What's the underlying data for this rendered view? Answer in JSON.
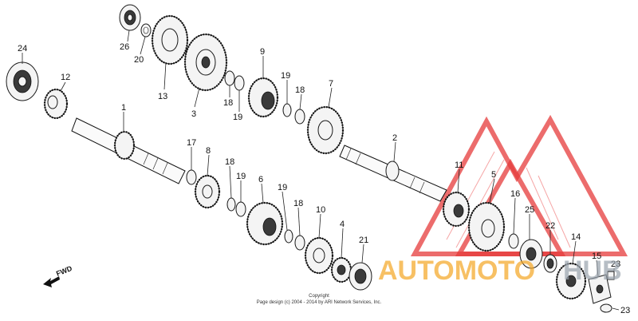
{
  "callouts": [
    "24",
    "12",
    "1",
    "26",
    "20",
    "13",
    "3",
    "9",
    "19",
    "18",
    "19",
    "7",
    "2",
    "17",
    "8",
    "18",
    "19",
    "6",
    "19",
    "18",
    "10",
    "4",
    "21",
    "11",
    "5",
    "16",
    "25",
    "22",
    "14",
    "15",
    "23",
    "23",
    "18"
  ],
  "fwd_label": "FWD",
  "copyright": {
    "line1": "Copyright",
    "line2": "Page design (c) 2004 - 2014 by ARI Network Services, Inc."
  },
  "watermark": {
    "word_a": "AUTOMOTO",
    "word_b": "HUB",
    "color_a": "#f5a623",
    "color_b": "#9aa3ad",
    "logo_color": "#e53b3b"
  }
}
